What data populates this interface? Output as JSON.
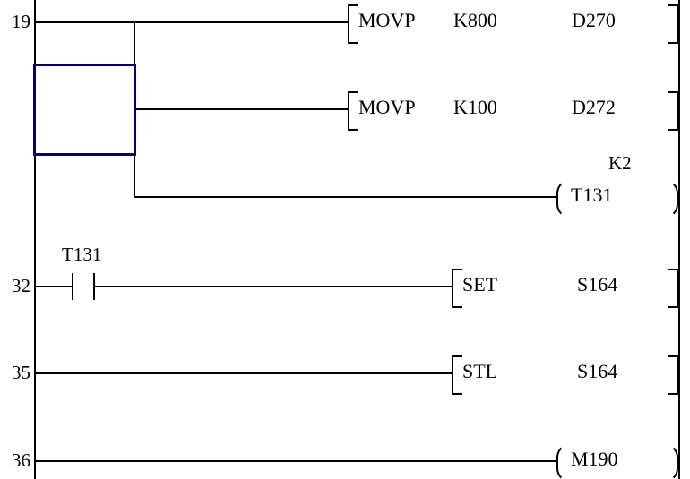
{
  "editor": {
    "title": "Ladder Logic Program",
    "accent_color": "#000080",
    "wire_color": "#000000"
  },
  "rungs": [
    {
      "step": "19",
      "elements": [
        {
          "kind": "instruction",
          "operation": "MOVP",
          "operand1": "K800",
          "operand2": "D270"
        }
      ]
    },
    {
      "step": "",
      "elements": [
        {
          "kind": "instruction",
          "operation": "MOVP",
          "operand1": "K100",
          "operand2": "D272"
        }
      ]
    },
    {
      "step": "",
      "elements": [
        {
          "kind": "coil",
          "label": "T131",
          "preset": "K2"
        }
      ]
    },
    {
      "step": "32",
      "elements": [
        {
          "kind": "contact",
          "label": "T131",
          "type": "normally-open"
        },
        {
          "kind": "instruction",
          "operation": "SET",
          "operand1": "S164",
          "operand2": ""
        }
      ]
    },
    {
      "step": "35",
      "elements": [
        {
          "kind": "instruction",
          "operation": "STL",
          "operand1": "S164",
          "operand2": ""
        }
      ]
    },
    {
      "step": "36",
      "elements": [
        {
          "kind": "coil",
          "label": "M190",
          "preset": ""
        }
      ]
    }
  ],
  "labels": {
    "step_19": "19",
    "step_32": "32",
    "step_35": "35",
    "step_36": "36",
    "movp_1_op": "MOVP",
    "movp_1_arg1": "K800",
    "movp_1_arg2": "D270",
    "movp_2_op": "MOVP",
    "movp_2_arg1": "K100",
    "movp_2_arg2": "D272",
    "timer_preset": "K2",
    "timer_coil": "T131",
    "contact_t131": "T131",
    "set_op": "SET",
    "set_arg": "S164",
    "stl_op": "STL",
    "stl_arg": "S164",
    "coil_m190": "M190"
  }
}
